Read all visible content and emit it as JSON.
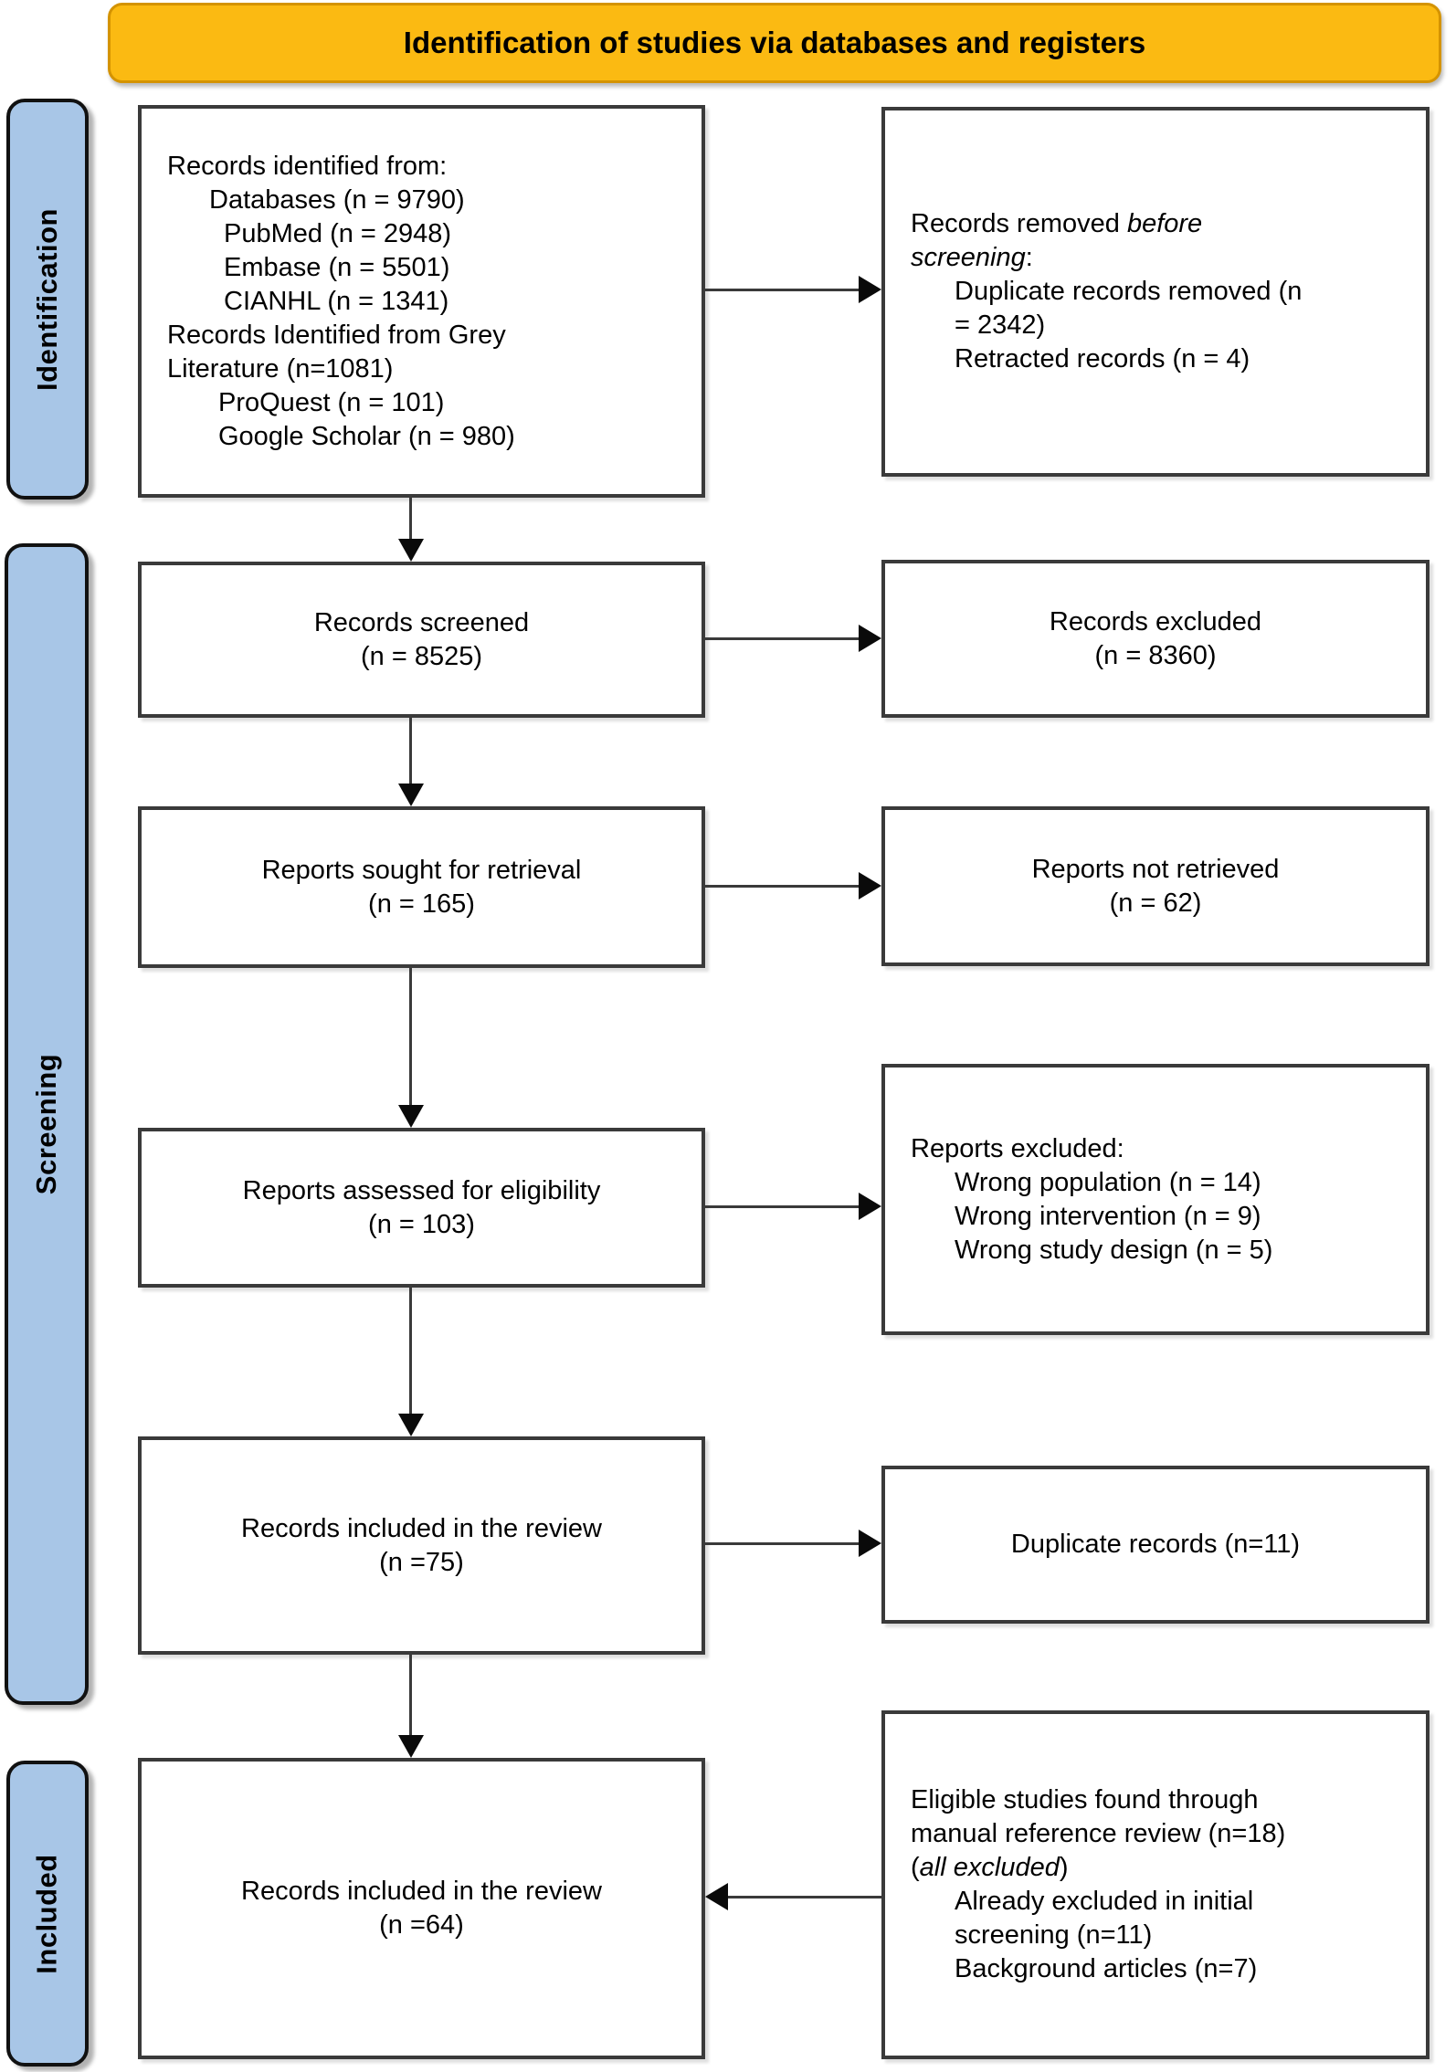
{
  "colors": {
    "banner_bg": "#FBBA12",
    "banner_border": "#D49300",
    "sidebar_bg": "#A8C6E7",
    "box_border": "#3a3a3a",
    "arrow": "#3a3a3a"
  },
  "banner": {
    "title": "Identification of studies via databases and registers"
  },
  "sidebar": {
    "identification": "Identification",
    "screening": "Screening",
    "included": "Included"
  },
  "boxes": {
    "records_identified": {
      "lines": [
        "Records identified from:",
        "Databases (n = 9790)",
        "PubMed (n = 2948)",
        "Embase (n = 5501)",
        "CIANHL (n = 1341)",
        "Records Identified from Grey",
        "Literature (n=1081)",
        "ProQuest (n = 101)",
        "Google Scholar (n = 980)"
      ]
    },
    "records_removed": {
      "line1_normal": "Records removed ",
      "line1_italic": "before",
      "line2_italic": "screening",
      "line2_normal": ":",
      "items": [
        "Duplicate records removed (n",
        "= 2342)",
        "Retracted records (n = 4)"
      ]
    },
    "records_screened": {
      "line1": "Records screened",
      "line2": "(n = 8525)"
    },
    "records_excluded": {
      "line1": "Records excluded",
      "line2": "(n = 8360)"
    },
    "reports_sought": {
      "line1": "Reports sought for retrieval",
      "line2": "(n = 165)"
    },
    "reports_not_retrieved": {
      "line1": "Reports not retrieved",
      "line2": "(n = 62)"
    },
    "reports_assessed": {
      "line1": "Reports assessed for eligibility",
      "line2": "(n = 103)"
    },
    "reports_excluded": {
      "title": "Reports excluded:",
      "items": [
        "Wrong population (n = 14)",
        "Wrong intervention (n = 9)",
        "Wrong study design (n = 5)"
      ]
    },
    "records_included_review": {
      "line1": "Records included in the review",
      "line2": "(n =75)"
    },
    "duplicate_records": {
      "line1": "Duplicate records (n=11)"
    },
    "records_included_final": {
      "line1": "Records included in the review",
      "line2": "(n =64)"
    },
    "eligible_studies": {
      "line1": "Eligible studies found through",
      "line2": "manual reference review (n=18)",
      "line3_pre": "(",
      "line3_italic": "all excluded",
      "line3_post": ")",
      "items": [
        "Already excluded in initial",
        "screening (n=11)",
        "Background articles (n=7)"
      ]
    }
  }
}
